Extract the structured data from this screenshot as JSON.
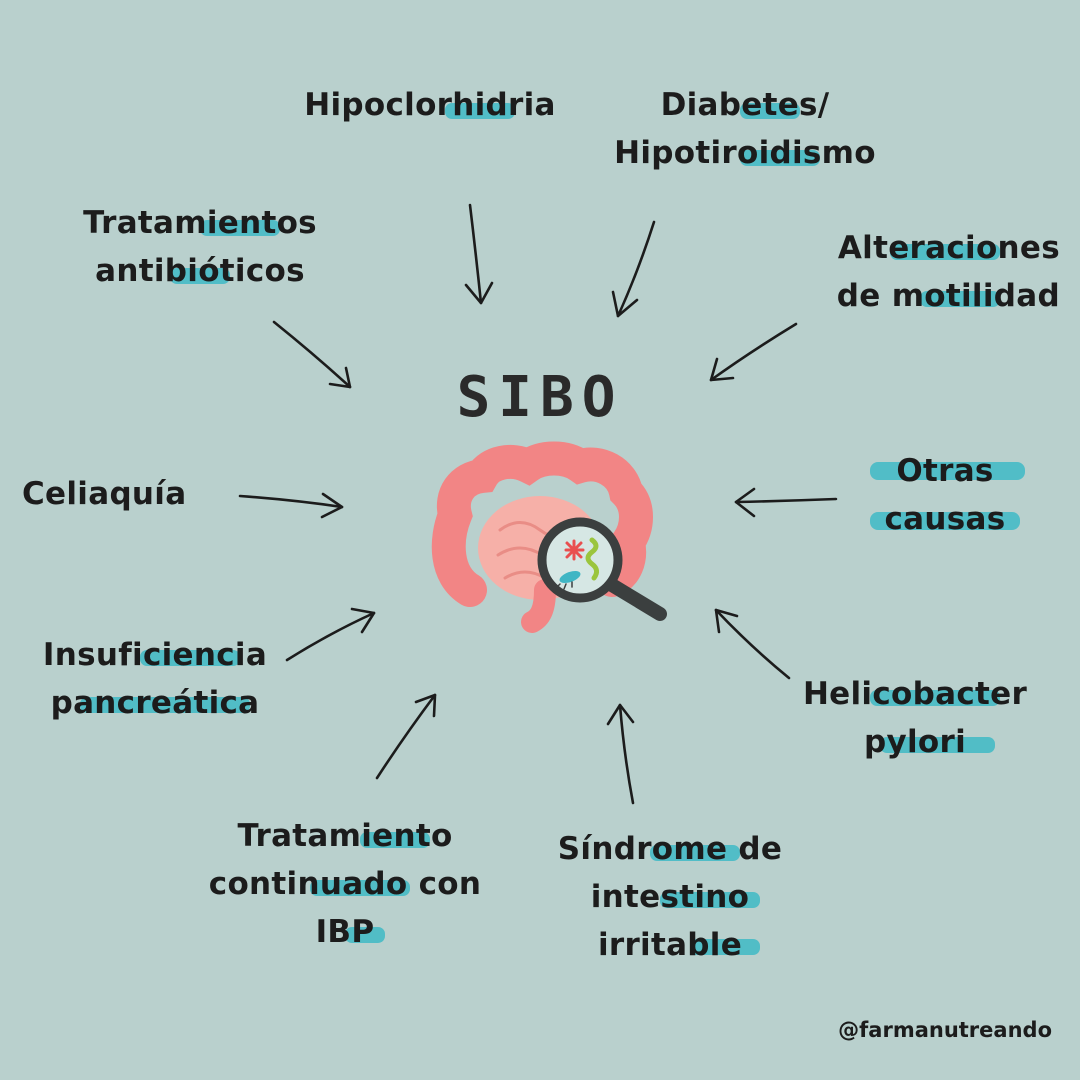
{
  "title": "SIBO",
  "handle": "@farmanutreando",
  "causes": [
    {
      "lines": [
        "Hipoclorhidria"
      ]
    },
    {
      "lines": [
        "Diabetes/",
        "Hipotiroidismo"
      ]
    },
    {
      "lines": [
        "Tratamientos",
        "antibióticos"
      ]
    },
    {
      "lines": [
        "Alteraciones",
        "de motilidad"
      ]
    },
    {
      "lines": [
        "Celiaquía"
      ]
    },
    {
      "lines": [
        "Otras",
        "causas"
      ]
    },
    {
      "lines": [
        "Insuficiencia",
        "pancreática"
      ]
    },
    {
      "lines": [
        "Helicobacter",
        "pylori"
      ]
    },
    {
      "lines": [
        "Tratamiento",
        "continuado con",
        "IBP"
      ]
    },
    {
      "lines": [
        "Síndrome de",
        "intestino",
        "irritable"
      ]
    }
  ],
  "icons": {
    "center_illustration": "intestine-with-magnifier-icon",
    "arrows": "hand-drawn-arrow-icon"
  },
  "colors": {
    "background": "#b9d0cd",
    "text": "#1c1c1c",
    "highlight": "#2fb7c4",
    "intestine": "#f08a8a",
    "magnifier": "#3b3f3f"
  }
}
